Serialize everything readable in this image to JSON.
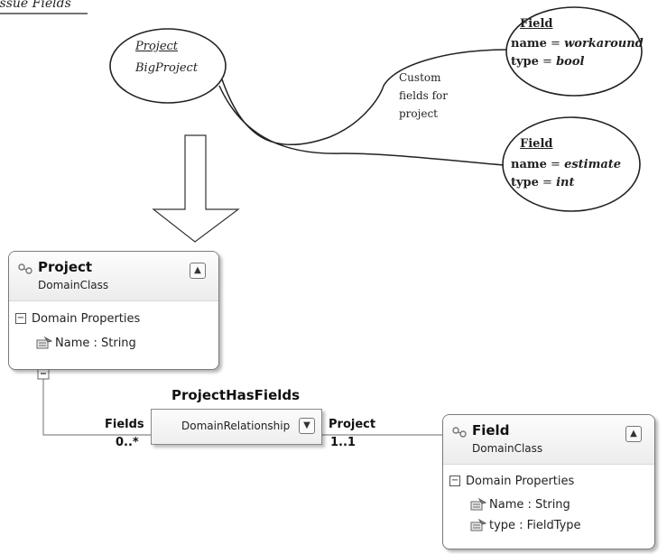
{
  "page_title": "Issue Fields",
  "sketch": {
    "project_ellipse": {
      "line1": "Project",
      "line2": "BigProject"
    },
    "field_workaround": {
      "header": "Field",
      "name_key": "name",
      "name_eq": " = ",
      "name_val": "workaround",
      "type_key": "type",
      "type_eq": " = ",
      "type_val": "bool"
    },
    "field_estimate": {
      "header": "Field",
      "name_key": "name",
      "name_eq": " = ",
      "name_val": "estimate",
      "type_key": "type",
      "type_eq": " = ",
      "type_val": "int"
    },
    "note": {
      "line1": "Custom",
      "line2": "fields for",
      "line3": "project"
    }
  },
  "project_class": {
    "name": "Project",
    "kind": "DomainClass",
    "section": "Domain Properties",
    "properties": [
      "Name : String"
    ],
    "collapse_glyph": "»"
  },
  "relationship": {
    "name": "ProjectHasFields",
    "kind": "DomainRelationship",
    "source_role": "Fields",
    "source_multiplicity": "0..*",
    "target_role": "Project",
    "target_multiplicity": "1..1"
  },
  "field_class": {
    "name": "Field",
    "kind": "DomainClass",
    "section": "Domain Properties",
    "properties": [
      "Name : String",
      "type : FieldType"
    ]
  }
}
